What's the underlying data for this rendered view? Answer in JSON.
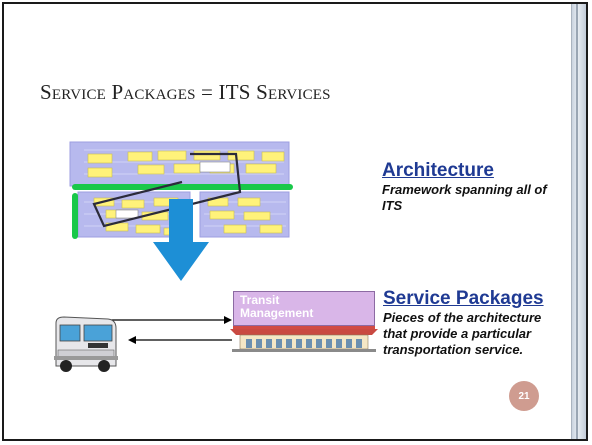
{
  "slide": {
    "title": "Service Packages = ITS Services",
    "page_number": "21"
  },
  "architecture": {
    "heading": "Architecture",
    "description": "Framework spanning all of ITS"
  },
  "service_packages": {
    "heading": "Service Packages",
    "description": "Pieces of the architecture that provide a particular transportation service."
  },
  "transit_box": {
    "label": "Transit\nManagement"
  },
  "colors": {
    "diagram_block": "#b7b9ee",
    "element_yellow": "#fff27a",
    "bus_bar": "#19c84a",
    "arrow_blue": "#1d8fd6",
    "heading_blue": "#1f3a93",
    "page_badge": "#cf9c90"
  }
}
